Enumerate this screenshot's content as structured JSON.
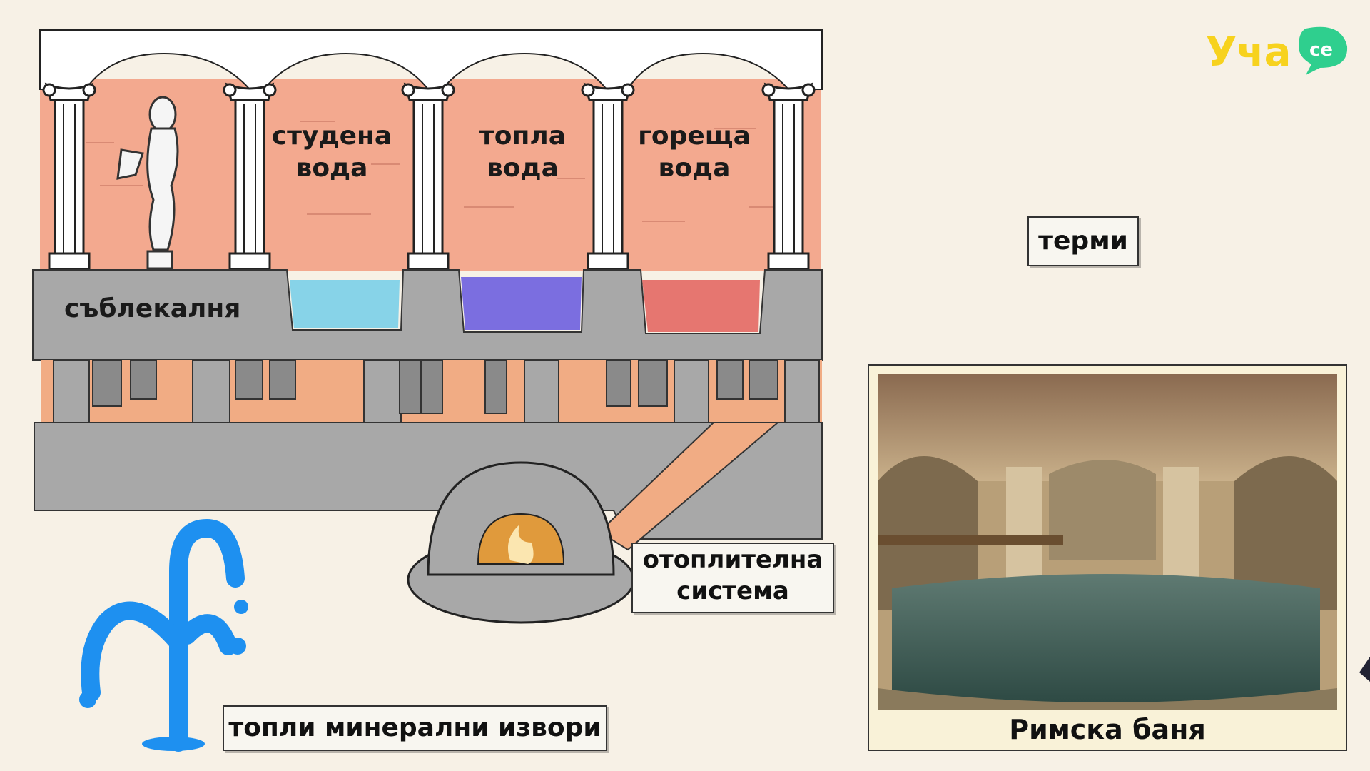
{
  "logo": {
    "text": "Уча",
    "badge": "се"
  },
  "rooms": {
    "cold": {
      "line1": "студена",
      "line2": "вода"
    },
    "warm": {
      "line1": "топла",
      "line2": "вода"
    },
    "hot": {
      "line1": "гореща",
      "line2": "вода"
    }
  },
  "labels": {
    "undressing": "съблекалня",
    "heating": {
      "line1": "отоплителна",
      "line2": "система"
    },
    "springs": "топли минерални извори",
    "thermae": "терми"
  },
  "photo": {
    "caption": "Римска баня"
  },
  "colors": {
    "background": "#f7f1e6",
    "wall": "#f3a98f",
    "stone": "#a8a8a8",
    "cold_water": "#87d3e8",
    "warm_water": "#7b6ee0",
    "hot_water": "#e67670",
    "fountain": "#1e90f0",
    "logo_yellow": "#f7d21e",
    "logo_green": "#2fcf8e"
  }
}
